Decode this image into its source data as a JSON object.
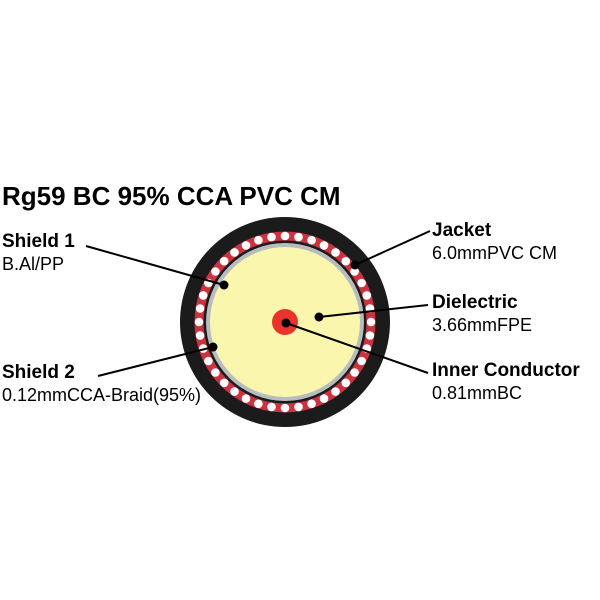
{
  "title": "Rg59 BC 95% CCA PVC CM",
  "colors": {
    "background": "#ffffff",
    "jacket": "#1b1b1b",
    "braid_ring": "#cc3340",
    "braid_dot": "#ffffff",
    "foil": "#b7bcbe",
    "dielectric": "#fbf6ae",
    "conductor": "#e8342a",
    "leader_line": "#000000",
    "leader_dot": "#000000",
    "text": "#000000"
  },
  "callouts": {
    "shield1": {
      "name": "Shield 1",
      "value": "B.Al/PP"
    },
    "shield2": {
      "name": "Shield 2",
      "value": "0.12mmCCA-Braid(95%)"
    },
    "jacket": {
      "name": "Jacket",
      "value": "6.0mmPVC CM"
    },
    "dielectric": {
      "name": "Dielectric",
      "value": "3.66mmFPE"
    },
    "inner_conductor": {
      "name": "Inner Conductor",
      "value": "0.81mmBC"
    }
  }
}
